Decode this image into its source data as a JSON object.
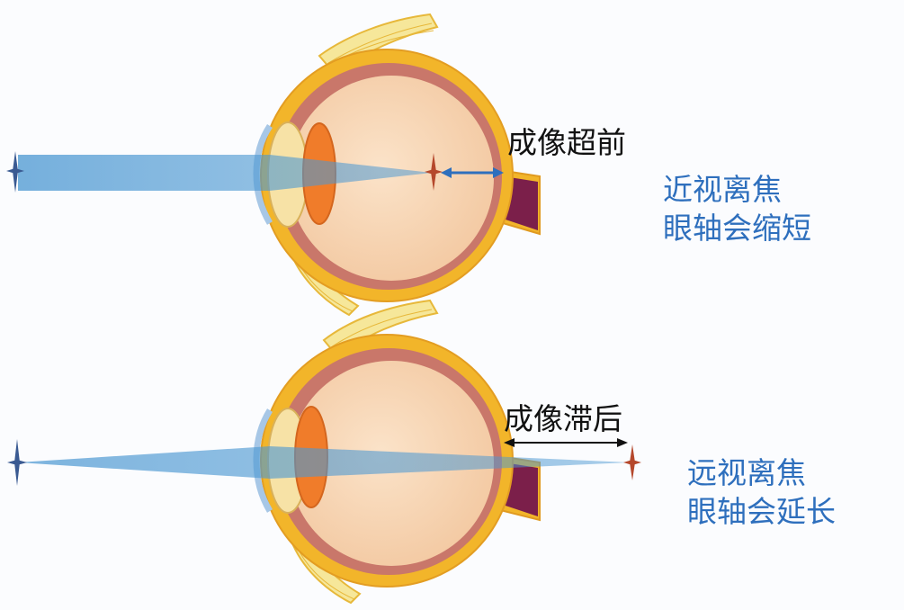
{
  "colors": {
    "background": "#fbfcfe",
    "sclera": "#f2b52a",
    "choroid": "#c9776a",
    "vitreous": "#f8d7b8",
    "lens": "#f07c2a",
    "optic_nerve": "#7b1f4a",
    "muscle": "#f6e79a",
    "light_beam": "#5aa2d6",
    "annotation_blue": "#2e6fbd",
    "star_dark": "#3a5a92",
    "star_focus": "#b5482c"
  },
  "top_eye": {
    "annotation": "成像超前",
    "description_lines": [
      "近视离焦",
      "眼轴会缩短"
    ]
  },
  "bottom_eye": {
    "annotation": "成像滞后",
    "description_lines": [
      "远视离焦",
      "眼轴会延长"
    ]
  }
}
